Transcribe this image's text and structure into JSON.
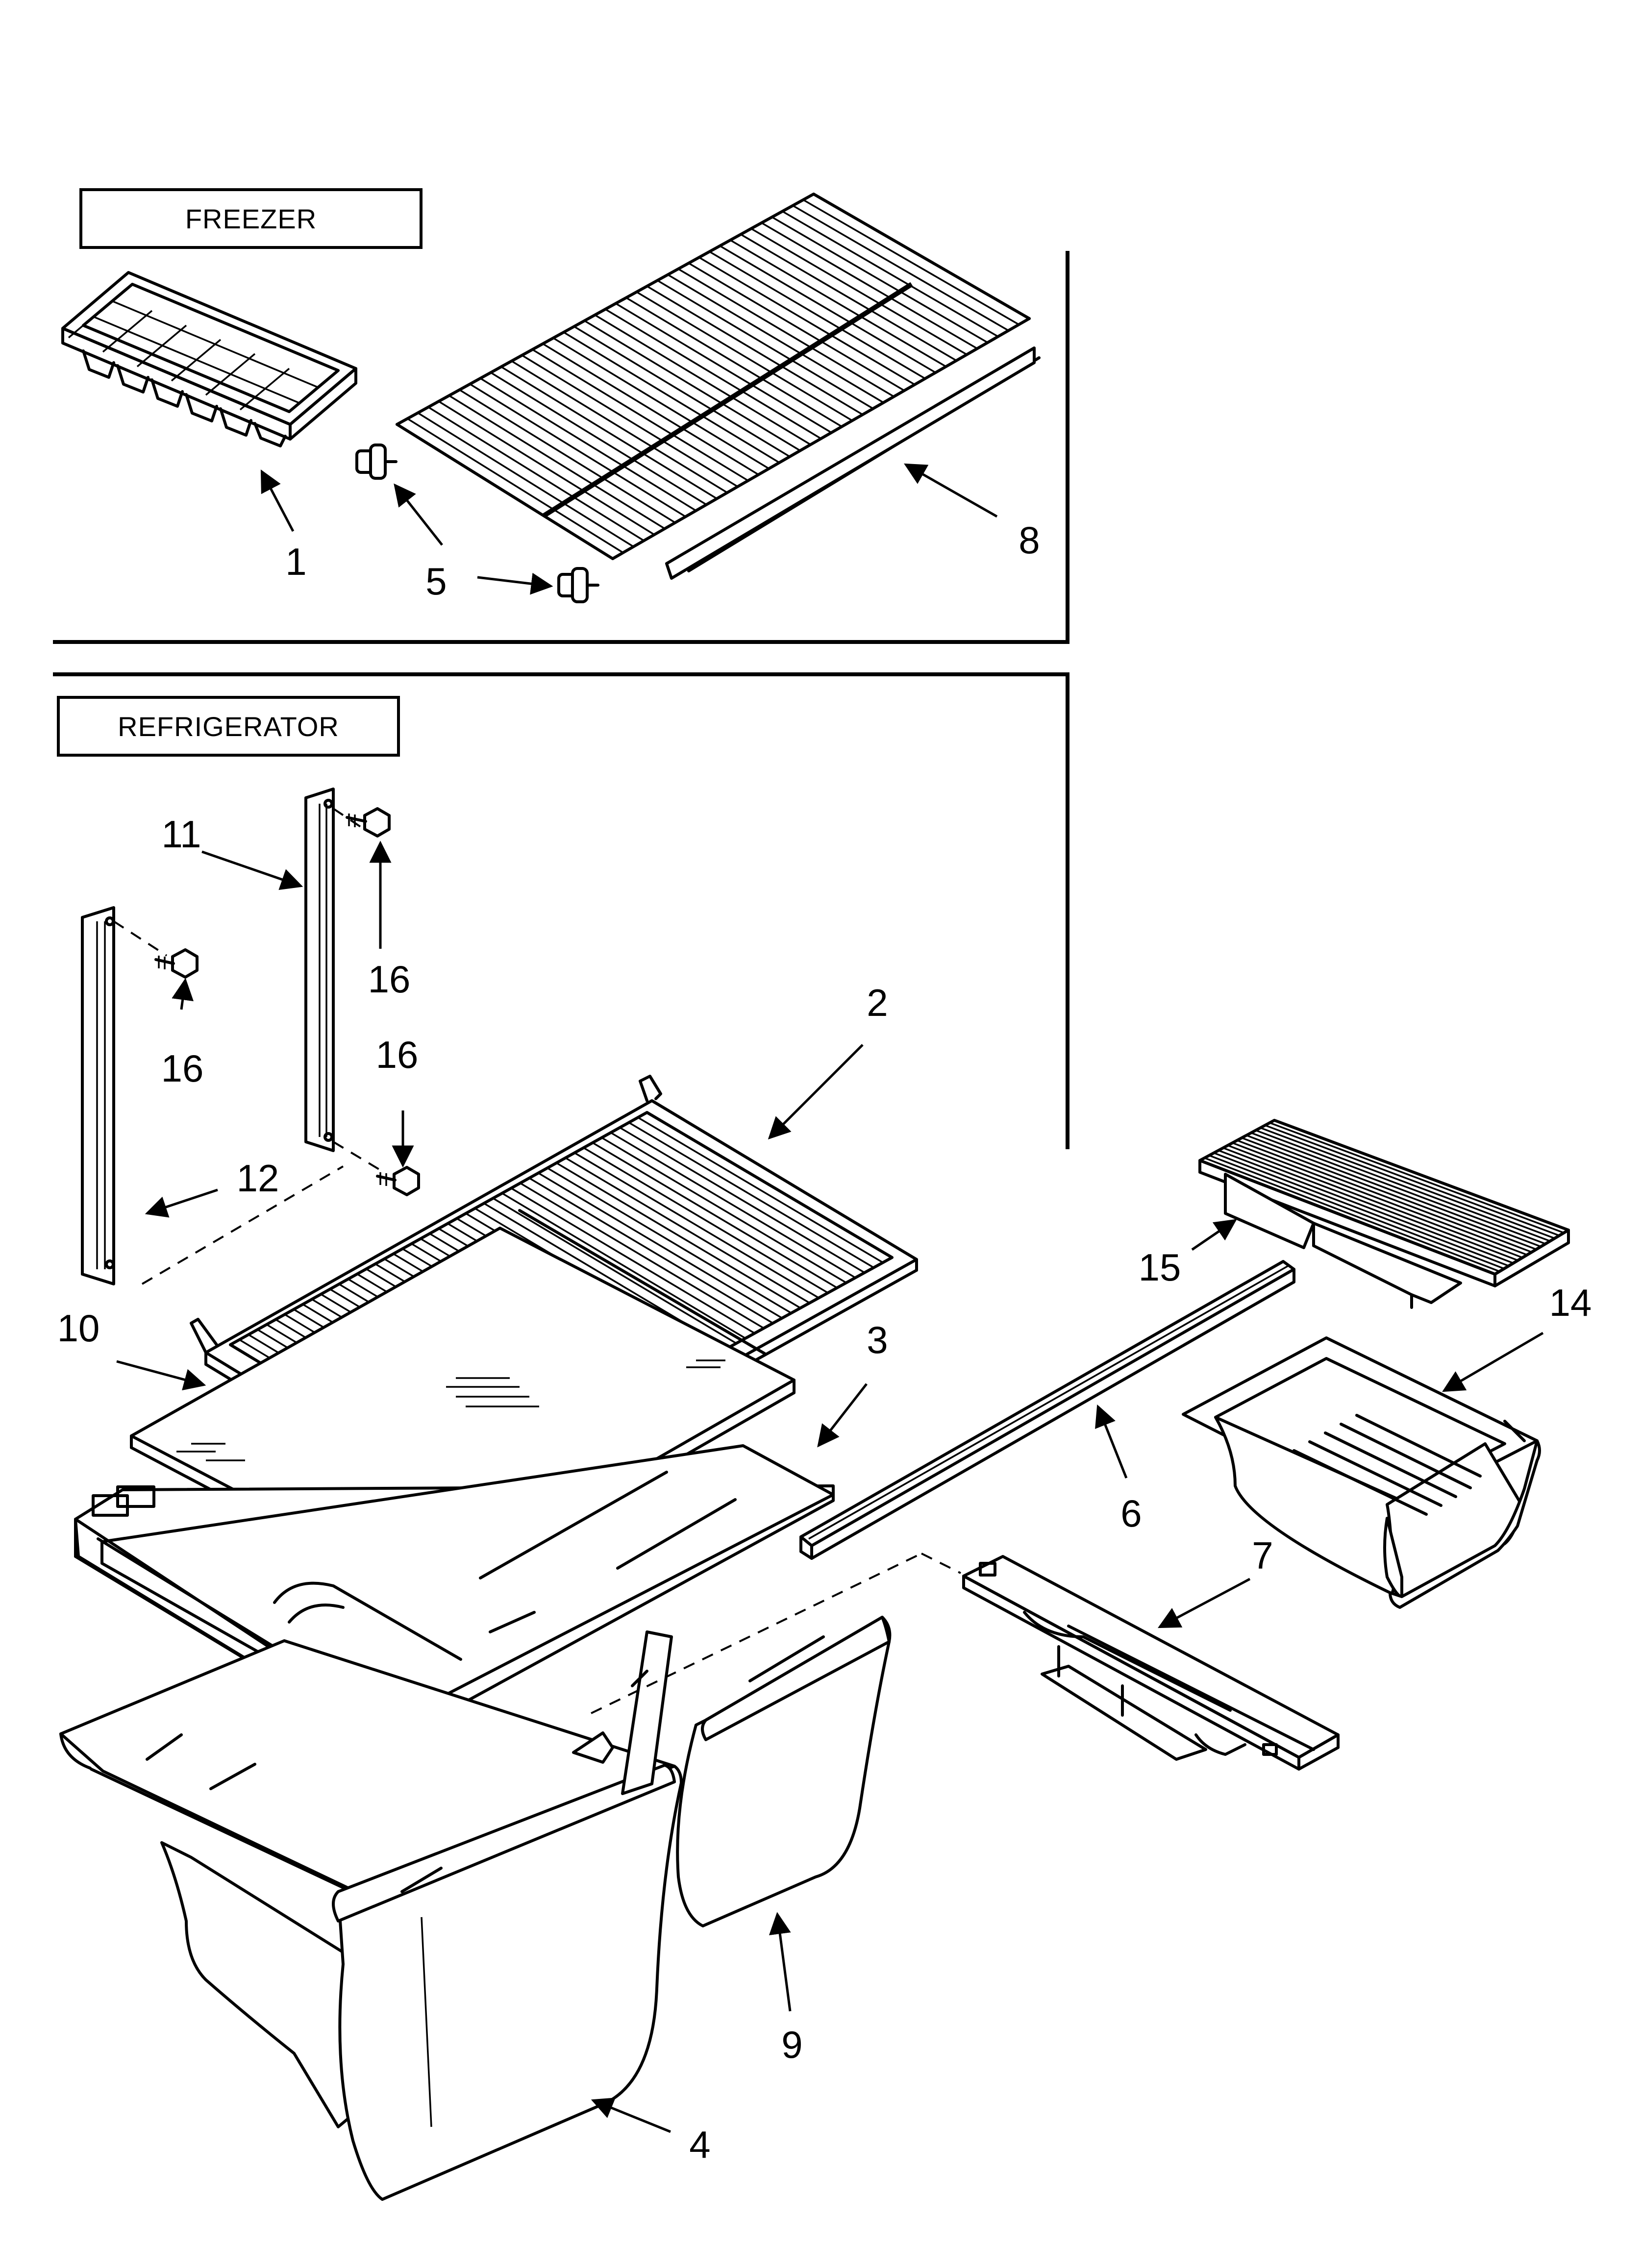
{
  "sections": {
    "freezer": "FREEZER",
    "refrigerator": "REFRIGERATOR"
  },
  "callouts": {
    "c1": "1",
    "c5": "5",
    "c8": "8",
    "c11": "11",
    "c16a": "16",
    "c16b": "16",
    "c16c": "16",
    "c2": "2",
    "c12": "12",
    "c10": "10",
    "c3": "3",
    "c15": "15",
    "c14": "14",
    "c6": "6",
    "c7": "7",
    "c9": "9",
    "c4": "4"
  }
}
